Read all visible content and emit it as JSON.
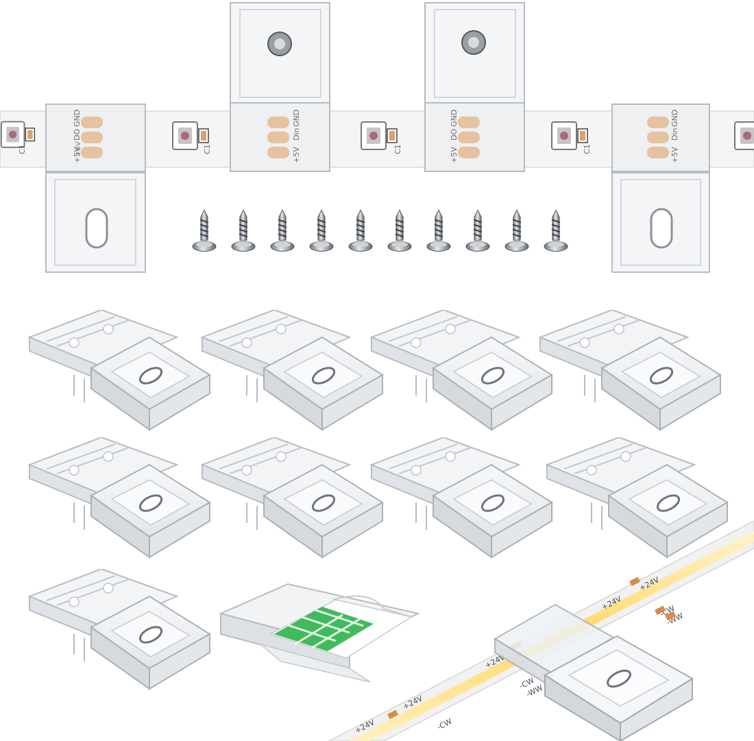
{
  "product": {
    "pad_labels_left": [
      "+5V",
      "DO",
      "GND"
    ],
    "pad_labels_right": [
      "+5V",
      "Din",
      "GND"
    ],
    "component_label": "C1",
    "cob_positive_label": "+24V",
    "cob_channel_label": "-CW",
    "cob_channel_label_2": "-WW"
  },
  "counts": {
    "screws": 10,
    "clips_shown": 10
  },
  "colors": {
    "strip_white": "#f4f4f4",
    "solder_pad": "#e6c3a0",
    "clip_clear": "#e9ecee",
    "clip_edge": "#b9bec4",
    "adhesive_green": "#2db34a",
    "cob_yellow": "#ffe39a",
    "screw_metal": "#9aa0a6"
  }
}
